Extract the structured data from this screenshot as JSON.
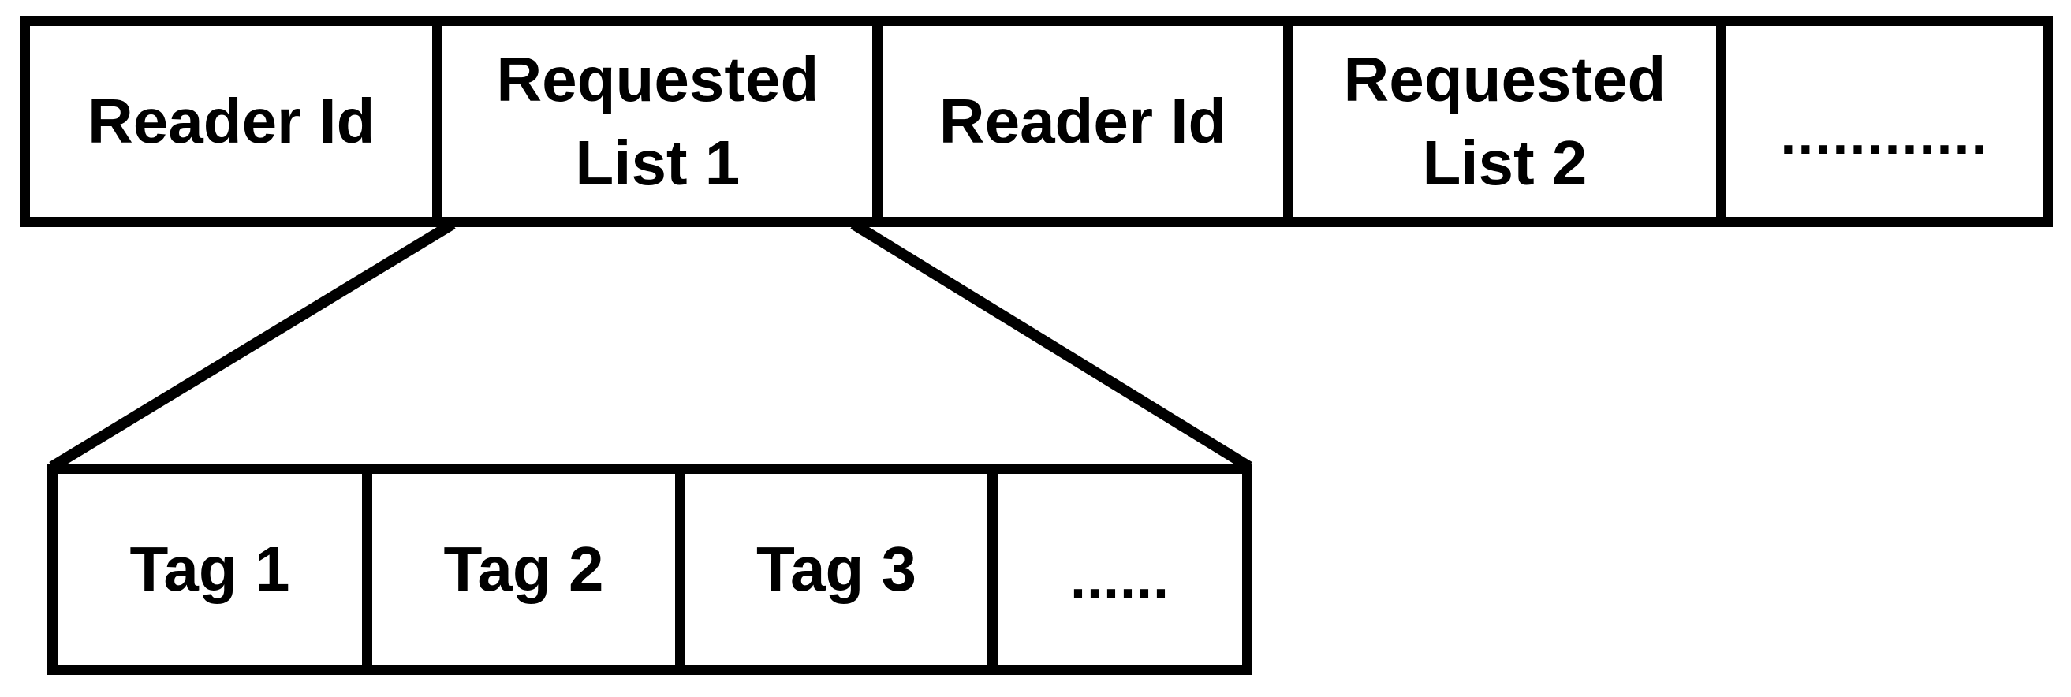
{
  "diagram": {
    "background": "#ffffff",
    "line_color": "#000000",
    "top_row": {
      "cells": [
        {
          "label": "Reader Id"
        },
        {
          "label": "Requested\nList 1"
        },
        {
          "label": "Reader Id"
        },
        {
          "label": "Requested\nList 2"
        },
        {
          "label": "............"
        }
      ]
    },
    "expanded_list": {
      "cells": [
        {
          "label": "Tag 1"
        },
        {
          "label": "Tag 2"
        },
        {
          "label": "Tag 3"
        },
        {
          "label": "......"
        }
      ]
    }
  }
}
